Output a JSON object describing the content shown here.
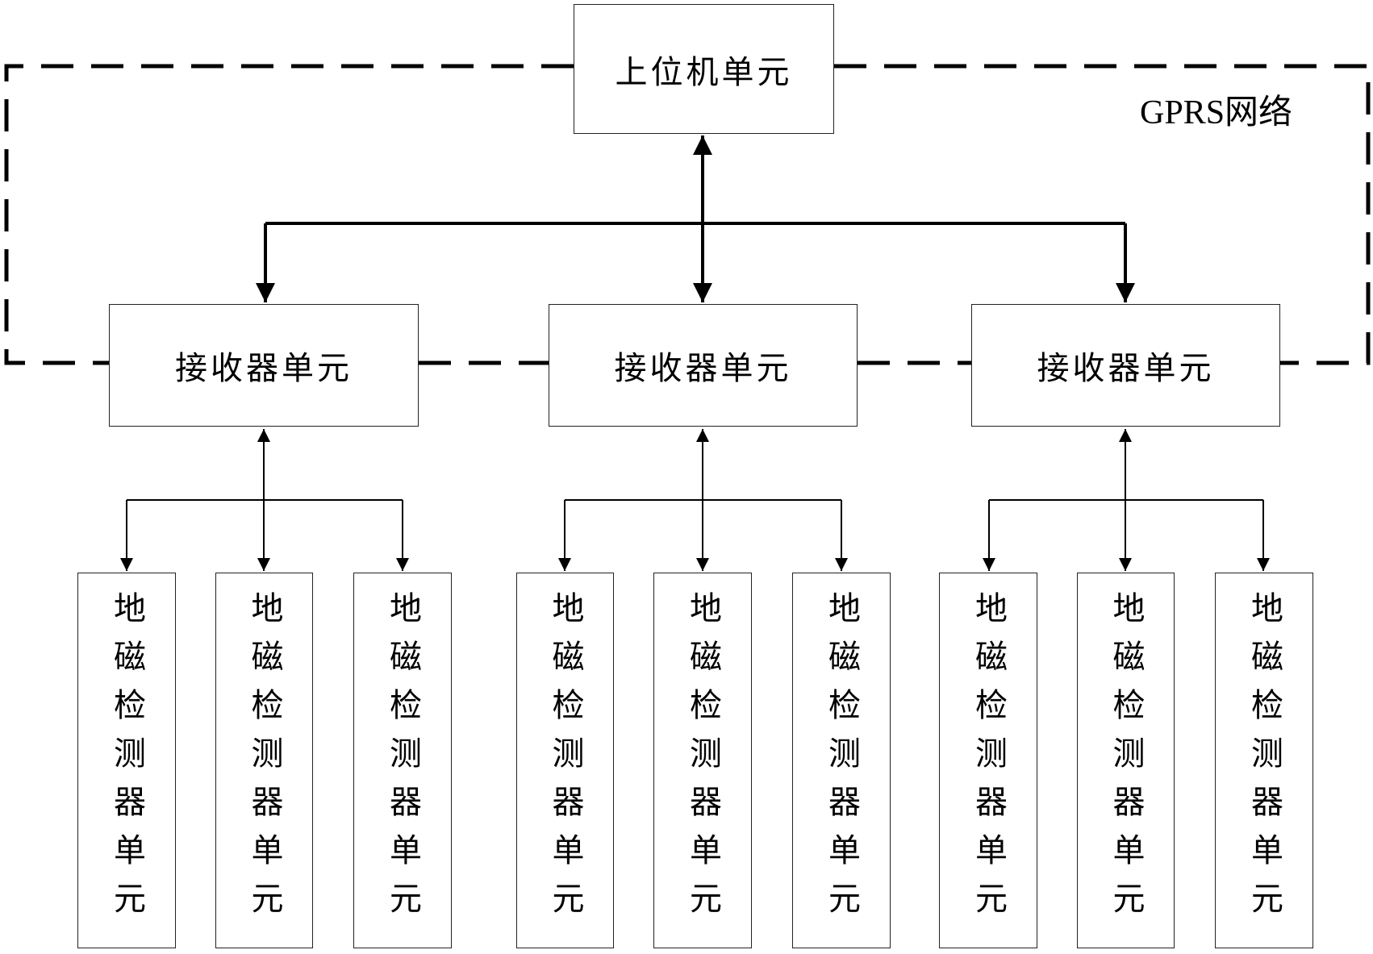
{
  "top_unit": {
    "label": "上位机单元"
  },
  "network": {
    "label": "GPRS网络"
  },
  "receivers": [
    {
      "label": "接收器单元"
    },
    {
      "label": "接收器单元"
    },
    {
      "label": "接收器单元"
    }
  ],
  "detectors": [
    {
      "label": "地磁检测器单元"
    },
    {
      "label": "地磁检测器单元"
    },
    {
      "label": "地磁检测器单元"
    },
    {
      "label": "地磁检测器单元"
    },
    {
      "label": "地磁检测器单元"
    },
    {
      "label": "地磁检测器单元"
    },
    {
      "label": "地磁检测器单元"
    },
    {
      "label": "地磁检测器单元"
    },
    {
      "label": "地磁检测器单元"
    }
  ]
}
